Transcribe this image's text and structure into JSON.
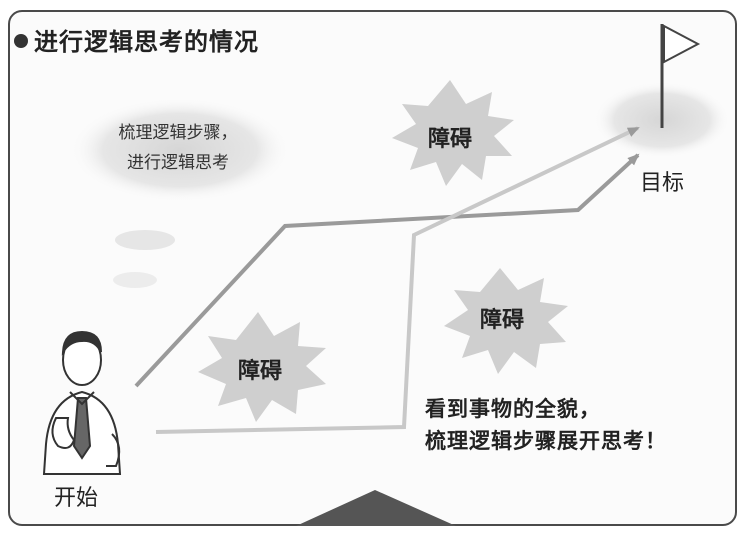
{
  "title": "进行逻辑思考的情况",
  "cloud": {
    "line1": "梳理逻辑步骤，",
    "line2": "进行逻辑思考"
  },
  "obstacles": [
    "障碍",
    "障碍",
    "障碍"
  ],
  "goal_label": "目标",
  "start_label": "开始",
  "note": {
    "line1": "看到事物的全貌，",
    "line2": "梳理逻辑步骤展开思考！"
  }
}
